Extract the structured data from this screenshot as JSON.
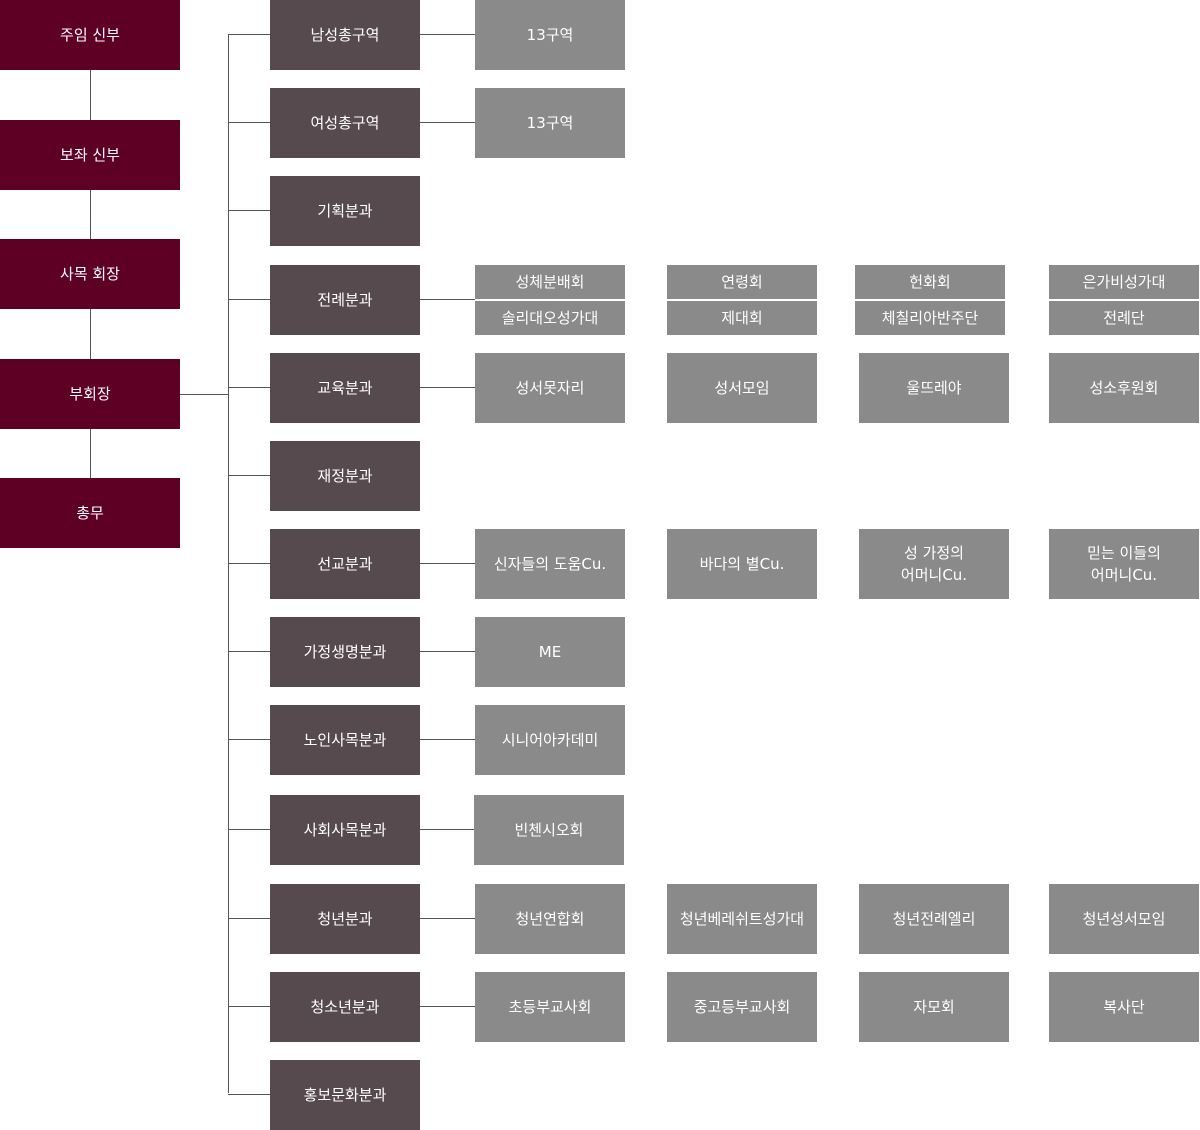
{
  "leaders": [
    "주임 신부",
    "보좌 신부",
    "사목 회장",
    "부회장",
    "총무"
  ],
  "departments": [
    {
      "label": "남성총구역",
      "groups": [
        "13구역"
      ]
    },
    {
      "label": "여성총구역",
      "groups": [
        "13구역"
      ]
    },
    {
      "label": "기획분과",
      "groups": []
    },
    {
      "label": "전례분과",
      "stacked": true,
      "groups": [
        [
          "성체분배회",
          "솔리대오성가대"
        ],
        [
          "연령회",
          "제대회"
        ],
        [
          "헌화회",
          "체칠리아반주단"
        ],
        [
          "은가비성가대",
          "전례단"
        ]
      ]
    },
    {
      "label": "교육분과",
      "groups": [
        "성서못자리",
        "성서모임",
        "울뜨레야",
        "성소후원회"
      ]
    },
    {
      "label": "재정분과",
      "groups": []
    },
    {
      "label": "선교분과",
      "groups": [
        "신자들의 도움Cu.",
        "바다의 별Cu.",
        "성 가정의\n어머니Cu.",
        "믿는 이들의\n어머니Cu."
      ]
    },
    {
      "label": "가정생명분과",
      "groups": [
        "ME"
      ]
    },
    {
      "label": "노인사목분과",
      "groups": [
        "시니어아카데미"
      ]
    },
    {
      "label": "사회사목분과",
      "groups": [
        "빈첸시오회"
      ]
    },
    {
      "label": "청년분과",
      "groups": [
        "청년연합회",
        "청년베레쉬트성가대",
        "청년전례엘리",
        "청년성서모임"
      ]
    },
    {
      "label": "청소년분과",
      "groups": [
        "초등부교사회",
        "중고등부교사회",
        "자모회",
        "복사단"
      ]
    },
    {
      "label": "홍보문화분과",
      "groups": []
    }
  ],
  "colors": {
    "leader": "#5e0023",
    "department": "#574a4f",
    "group": "#8a8a8a",
    "line": "#555555"
  }
}
